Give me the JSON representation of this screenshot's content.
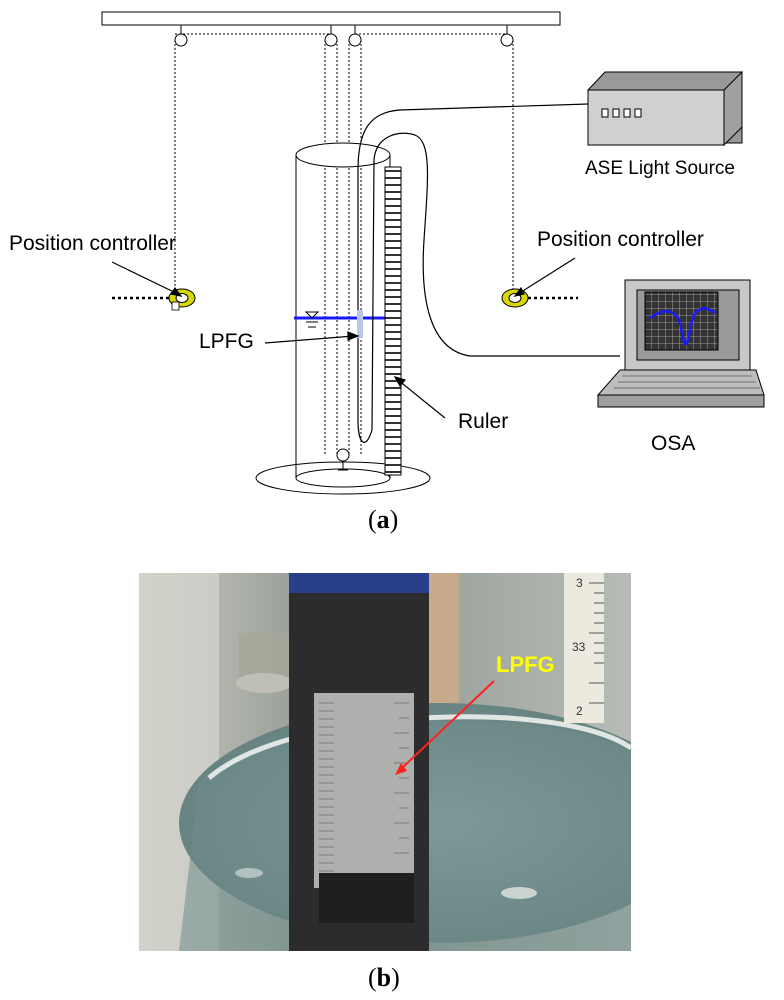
{
  "panel_a": {
    "labels": {
      "position_controller_left": "Position controller",
      "position_controller_right": "Position controller",
      "lpfg": "LPFG",
      "ruler": "Ruler",
      "ase": "ASE Light Source",
      "osa": "OSA"
    },
    "caption": {
      "open": "(",
      "letter": "a",
      "close": ")"
    },
    "colors": {
      "water_line": "#1a1aff",
      "controller": "#d8d800",
      "trace": "#1a1aff"
    }
  },
  "panel_b": {
    "label_lpfg": "LPFG",
    "ruler_marks": [
      "3",
      "33",
      "2"
    ],
    "caption": {
      "open": "(",
      "letter": "b",
      "close": ")"
    },
    "colors": {
      "label": "#ffff00",
      "arrow": "#ff2020"
    }
  }
}
